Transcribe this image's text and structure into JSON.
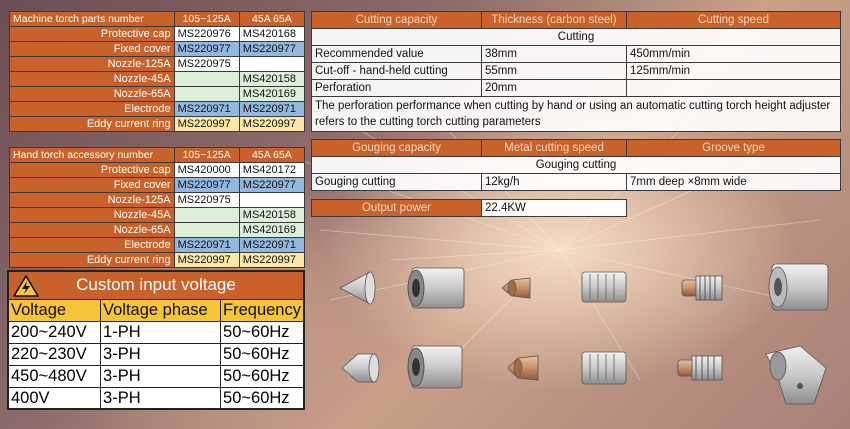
{
  "machine_torch": {
    "header": [
      "Machine torch parts number",
      "105~125A",
      "45A 65A"
    ],
    "rows": [
      {
        "label": "Protective cap",
        "c1": "MS220976",
        "c2": "MS420168",
        "bg1": "white",
        "bg2": "white"
      },
      {
        "label": "Fixed cover",
        "c1": "MS220977",
        "c2": "MS220977",
        "bg1": "blue",
        "bg2": "blue"
      },
      {
        "label": "Nozzle-125A",
        "c1": "MS220975",
        "c2": "",
        "bg1": "white",
        "bg2": "white"
      },
      {
        "label": "Nozzle-45A",
        "c1": "",
        "c2": "MS420158",
        "bg1": "green",
        "bg2": "green"
      },
      {
        "label": "Nozzle-65A",
        "c1": "",
        "c2": "MS420169",
        "bg1": "green",
        "bg2": "green"
      },
      {
        "label": "Electrode",
        "c1": "MS220971",
        "c2": "MS220971",
        "bg1": "blue",
        "bg2": "blue"
      },
      {
        "label": "Eddy current ring",
        "c1": "MS220997",
        "c2": "MS220997",
        "bg1": "yellow",
        "bg2": "yellow"
      }
    ]
  },
  "hand_torch": {
    "header": [
      "Hand torch accessory number",
      "105~125A",
      "45A 65A"
    ],
    "rows": [
      {
        "label": "Protective cap",
        "c1": "MS420000",
        "c2": "MS420172",
        "bg1": "white",
        "bg2": "white"
      },
      {
        "label": "Fixed cover",
        "c1": "MS220977",
        "c2": "MS220977",
        "bg1": "blue",
        "bg2": "blue"
      },
      {
        "label": "Nozzle-125A",
        "c1": "MS220975",
        "c2": "",
        "bg1": "white",
        "bg2": "white"
      },
      {
        "label": "Nozzle-45A",
        "c1": "",
        "c2": "MS420158",
        "bg1": "green",
        "bg2": "green"
      },
      {
        "label": "Nozzle-65A",
        "c1": "",
        "c2": "MS420169",
        "bg1": "green",
        "bg2": "green"
      },
      {
        "label": "Electrode",
        "c1": "MS220971",
        "c2": "MS220971",
        "bg1": "blue",
        "bg2": "blue"
      },
      {
        "label": "Eddy current ring",
        "c1": "MS220997",
        "c2": "MS220997",
        "bg1": "yellow",
        "bg2": "yellow"
      }
    ]
  },
  "cutting": {
    "header": [
      "Cutting capacity",
      "Thickness (carbon steel)",
      "Cutting speed"
    ],
    "subheader": "Cutting",
    "rows": [
      [
        "Recommended value",
        "38mm",
        "450mm/min"
      ],
      [
        "Cut-off - hand-held cutting",
        "55mm",
        "125mm/min"
      ],
      [
        "Perforation",
        "20mm",
        ""
      ]
    ],
    "note": "The perforation performance when cutting by hand or using an automatic cutting torch height adjuster refers to the cutting torch cutting parameters"
  },
  "gouging": {
    "header": [
      "Gouging capacity",
      "Metal cutting speed",
      "Groove type"
    ],
    "subheader": "Gouging cutting",
    "row": [
      "Gouging cutting",
      "12kg/h",
      "7mm deep ×8mm wide"
    ]
  },
  "output": {
    "label": "Output power",
    "value": "22.4KW"
  },
  "voltage": {
    "title": "Custom input voltage",
    "columns": [
      "Voltage",
      "Voltage phase",
      "Frequency"
    ],
    "rows": [
      [
        "200~240V",
        "1-PH",
        "50~60Hz"
      ],
      [
        "220~230V",
        "3-PH",
        "50~60Hz"
      ],
      [
        "450~480V",
        "3-PH",
        "50~60Hz"
      ],
      [
        "400V",
        "3-PH",
        "50~60Hz"
      ]
    ]
  },
  "colors": {
    "accent_orange": "#c8622a",
    "blue_cell": "#93b8e0",
    "green_cell": "#dcefd8",
    "yellow_cell": "#fbe8a6",
    "voltage_header": "#f6c437"
  },
  "icons": [
    "high-voltage-warning-icon",
    "torch-consumable-parts-illustration"
  ]
}
